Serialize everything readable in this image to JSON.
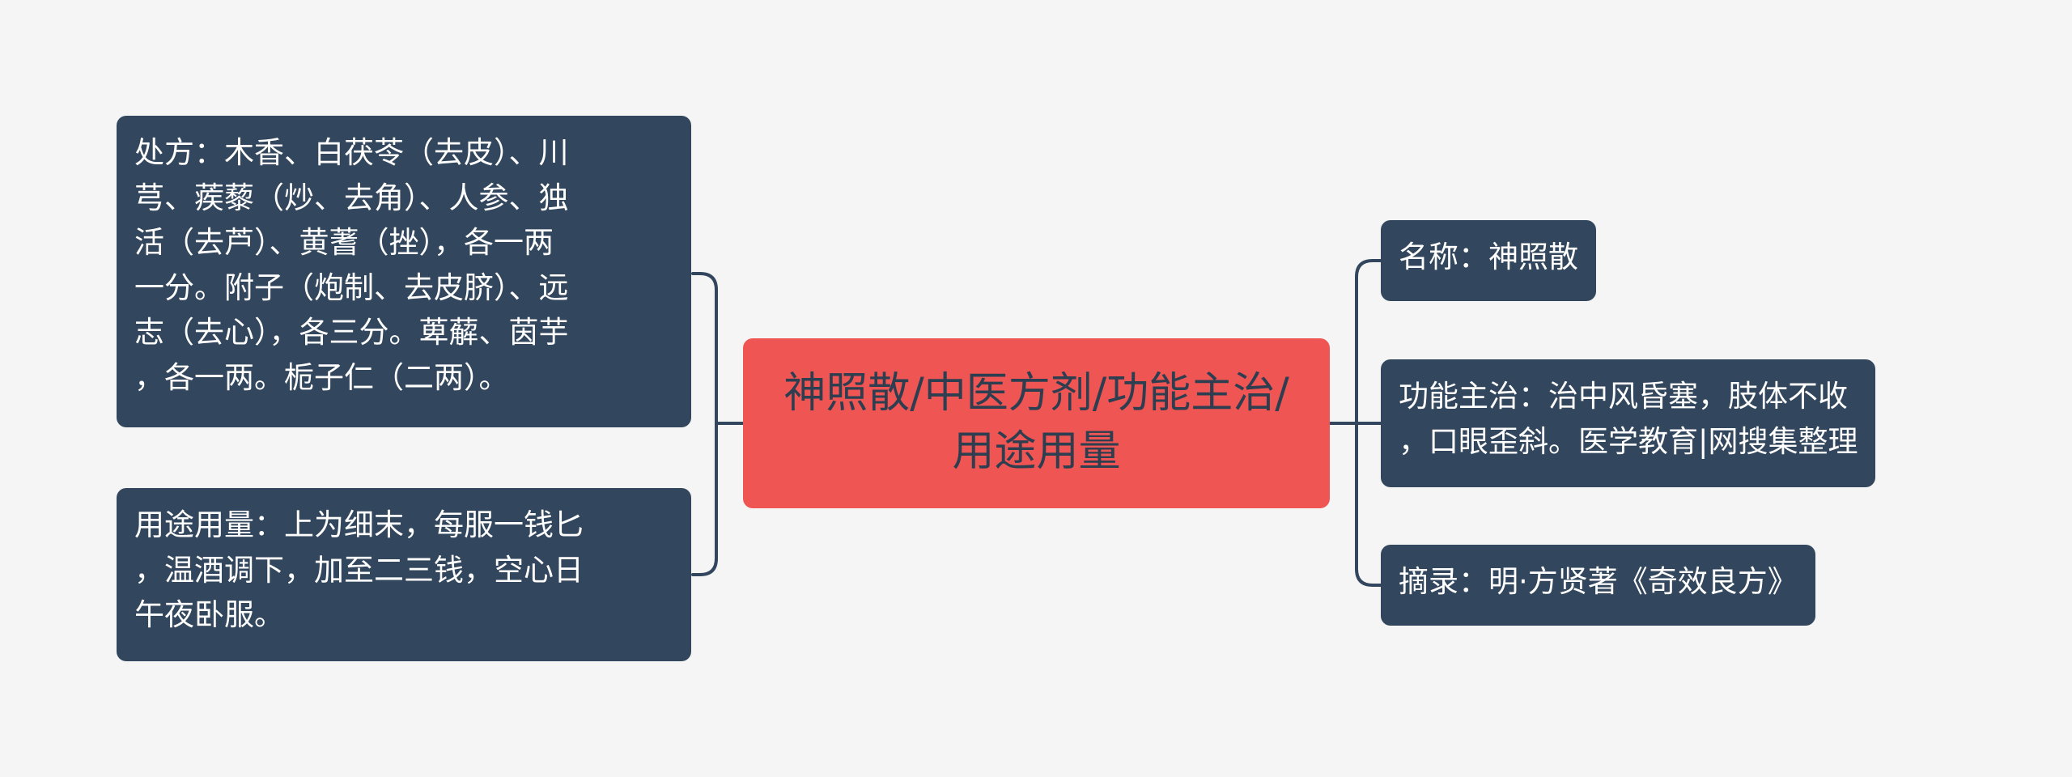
{
  "center": {
    "text": "神照散/中医方剂/功能主治/用途用量"
  },
  "left_nodes": [
    {
      "lines": [
        "处方：木香、白茯苓（去皮）、川",
        "芎、蒺藜（炒、去角）、人参、独",
        "活（去芦）、黄蓍（挫），各一两",
        "一分。附子（炮制、去皮脐）、远",
        "志（去心），各三分。萆薢、茵芋",
        "，各一两。栀子仁（二两）。"
      ]
    },
    {
      "lines": [
        "用途用量：上为细末，每服一钱匕",
        "，温酒调下，加至二三钱，空心日",
        "午夜卧服。"
      ]
    }
  ],
  "right_nodes": [
    {
      "lines": [
        "名称：神照散"
      ]
    },
    {
      "lines": [
        "功能主治：治中风昏塞，肢体不收",
        "，口眼歪斜。医学教育|网搜集整理"
      ]
    },
    {
      "lines": [
        "摘录：明·方贤著《奇效良方》"
      ]
    }
  ],
  "colors": {
    "background": "#f5f5f5",
    "center_fill": "#ef5553",
    "center_text": "#2c3e50",
    "leaf_fill": "#32475d",
    "leaf_text": "#ffffff",
    "connector": "#32475d"
  }
}
